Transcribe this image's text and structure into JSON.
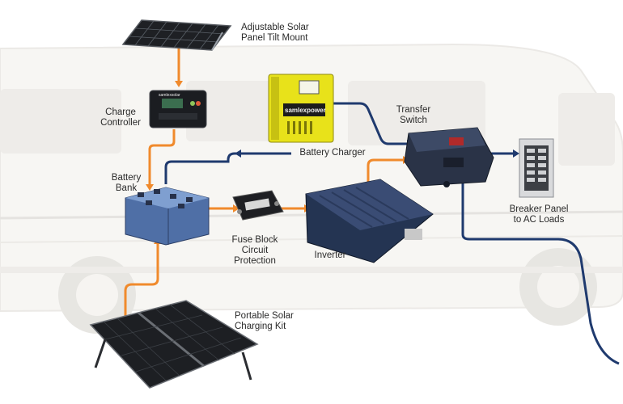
{
  "labels": {
    "tilt_mount": {
      "line1": "Adjustable Solar",
      "line2": "Panel Tilt Mount"
    },
    "charge_controller": {
      "line1": "Charge",
      "line2": "Controller"
    },
    "battery_charger": {
      "line1": "Battery Charger"
    },
    "transfer_switch": {
      "line1": "Transfer",
      "line2": "Switch"
    },
    "battery_bank": {
      "line1": "Battery",
      "line2": "Bank"
    },
    "breaker_panel": {
      "line1": "Breaker Panel",
      "line2": "to AC Loads"
    },
    "fuse_block": {
      "line1": "Fuse Block",
      "line2": "Circuit",
      "line3": "Protection"
    },
    "inverter": {
      "line1": "Inverter"
    },
    "portable_kit": {
      "line1": "Portable Solar",
      "line2": "Charging Kit"
    }
  },
  "device_text": {
    "controller_brand": "samlexsolar",
    "charger_brand": "samlexpower"
  },
  "colors": {
    "dc_wire": "#f08a2c",
    "ac_wire": "#1f3a6e",
    "charger_yellow": "#e8e21a",
    "battery_blue": "#5b7fb8",
    "inverter_navy": "#243452"
  }
}
